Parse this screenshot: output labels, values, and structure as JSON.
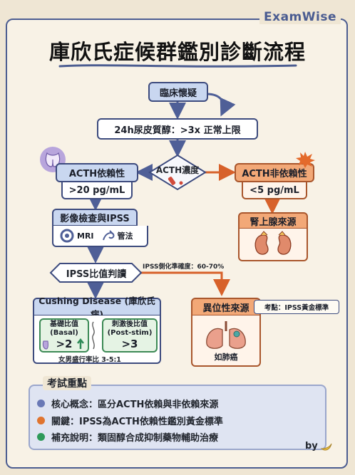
{
  "brand": "ExamWise",
  "title": "庫欣氏症候群鑑別診斷流程",
  "nodes": {
    "clinical": "臨床懷疑",
    "cortisol": "24h尿皮質醇：>3x 正常上限",
    "acth": "ACTH濃度",
    "acth_dep": "ACTH依賴性",
    "acth_dep_value": ">20 pg/mL",
    "acth_indep": "ACTH非依賴性",
    "acth_indep_value": "<5 pg/mL",
    "adrenal": "腎上腺來源",
    "imaging": "影像檢查與IPSS",
    "mri": "MRI",
    "catheter": "管法",
    "ipss": "IPSS比值判讀",
    "ipss_note": "IPSS側化準確度：60-70%",
    "cushing_title": "Cushing Disease (庫欣氏病)",
    "basal_label": "基礎比值",
    "basal_sub": "(Basal)",
    "basal_value": ">2",
    "post_label": "刺激後比值",
    "post_sub": "(Post-stim)",
    "post_value": ">3",
    "sex_ratio": "女男盛行率比 3-5:1",
    "ectopic": "異位性來源",
    "ectopic_tag": "考點：IPSS黃金標準",
    "lung": "如肺癌"
  },
  "legend": {
    "title": "考試重點",
    "items": [
      {
        "text": "核心概念：區分ACTH依賴與非依賴來源",
        "color": "#6a79b6"
      },
      {
        "text": "關鍵：IPSS為ACTH依賴性鑑別黃金標準",
        "color": "#e0742f"
      },
      {
        "text": "補充說明：類固醇合成抑制藥物輔助治療",
        "color": "#2e9a5a"
      }
    ]
  },
  "byline": "by"
}
